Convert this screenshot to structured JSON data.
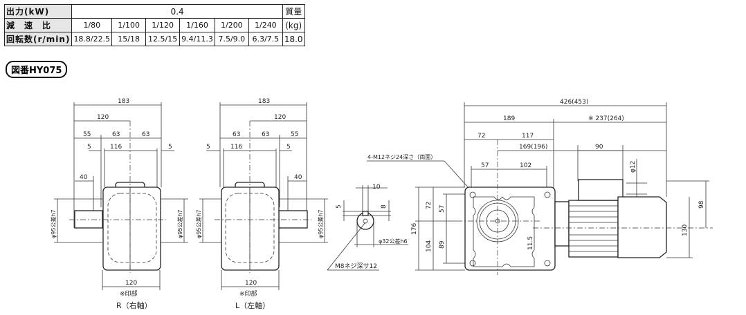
{
  "spec_table": {
    "output_label": "出力(kW)",
    "output_value": "0.4",
    "mass_label": "質量",
    "mass_unit": "(kg)",
    "ratio_label": "減　速　比",
    "ratios": [
      "1/80",
      "1/100",
      "1/120",
      "1/160",
      "1/200",
      "1/240"
    ],
    "speed_label": "回転数(r/min)",
    "speeds": [
      "18.8/22.5",
      "15/18",
      "12.5/15",
      "9.4/11.3",
      "7.5/9.0",
      "6.3/7.5"
    ],
    "mass_value": "18.0"
  },
  "figure_number": "図番HY075",
  "r_view": {
    "d183": "183",
    "d120": "120",
    "d55": "55",
    "d63a": "63",
    "d63b": "63",
    "d5a": "5",
    "d116": "116",
    "d5b": "5",
    "d40": "40",
    "phi_left": "φ95公差h7",
    "phi_right": "φ95公差h7",
    "bottom120": "120",
    "mark": "※印部",
    "caption": "R（右軸）"
  },
  "l_view": {
    "d183": "183",
    "d120": "120",
    "d55": "55",
    "d63a": "63",
    "d63b": "63",
    "d5a": "5",
    "d116": "116",
    "d5b": "5",
    "d40": "40",
    "phi_left": "φ95公差h7",
    "phi_right": "φ95公差h7",
    "bottom120": "120",
    "mark": "※印部",
    "caption": "L（左軸）"
  },
  "key_view": {
    "d10": "10",
    "d5": "5",
    "d8": "8",
    "shaft": "φ32公差h6",
    "tap": "M8ネジ深サ12"
  },
  "main_view": {
    "d426": "426(453)",
    "d189": "189",
    "d237": "※ 237(264)",
    "d72": "72",
    "d117": "117",
    "d169": "169(196)",
    "d90": "90",
    "d57": "57",
    "d102": "102",
    "tap_note": "4-M12ネジ24深さ（両面）",
    "d176": "176",
    "d72v": "72",
    "d104": "104",
    "d57v": "57",
    "d89": "89",
    "d11_5": "11.5",
    "phi12": "φ12",
    "d98": "98",
    "d130": "130"
  }
}
